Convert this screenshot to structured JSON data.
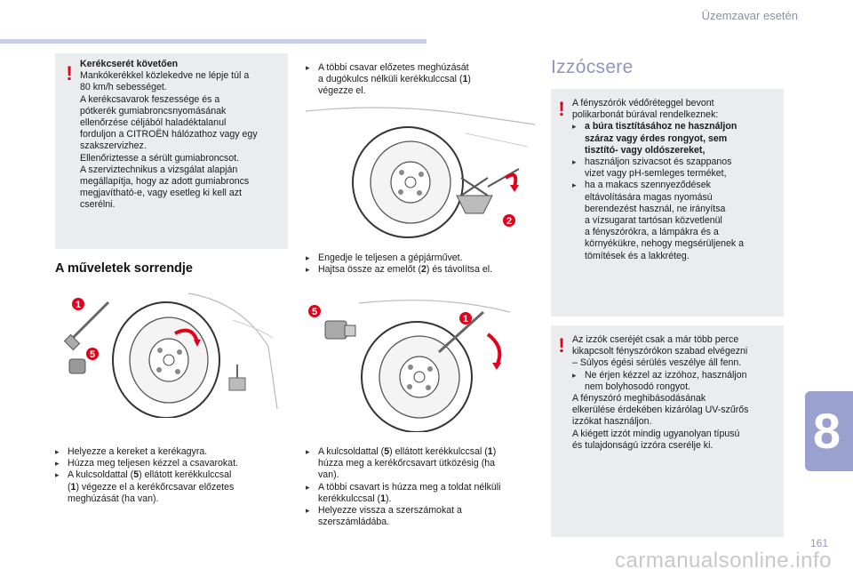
{
  "header": {
    "running_title": "Üzemzavar esetén"
  },
  "warning_box": {
    "title": "Kerékcserét követően",
    "lines": [
      "Mankókerékkel közlekedve ne lépje túl a",
      "80 km/h sebességet.",
      "A kerékcsavarok feszessége és a",
      "pótkerék gumiabroncsnyomásának",
      "ellenőrzése céljából haladéktalanul",
      "forduljon a CITROËN hálózathoz vagy egy",
      "szakszervizhez.",
      "Ellenőriztesse a sérült gumiabroncsot.",
      "A szerviztechnikus a vizsgálat alapján",
      "megállapítja, hogy az adott gumiabroncs",
      "megjavítható-e, vagy esetleg ki kell azt",
      "cserélni."
    ]
  },
  "procedure": {
    "title": "A műveletek sorrendje",
    "step1": [
      "Helyezze a kereket a kerékagyra.",
      "Húzza meg teljesen kézzel a csavarokat."
    ],
    "step1_b_parts": [
      "A kulcsoldattal (",
      "5",
      ") ellátott kerékkulccsal"
    ],
    "step1_b_parts2": [
      "(",
      "1",
      ") végezze el a kerékőrcsavar előzetes"
    ],
    "step1_b_line3": "meghúzását (ha van).",
    "step2_parts": [
      "A többi csavar előzetes meghúzását"
    ],
    "step2_parts2": [
      "a dugókulcs nélküli kerékkulccsal (",
      "1",
      ")"
    ],
    "step2_line3": "végezze el.",
    "step3": "Engedje le teljesen a gépjárművet.",
    "step4_parts": [
      "Hajtsa össze az emelőt (",
      "2",
      ") és távolítsa el."
    ],
    "step5_parts": [
      "A kulcsoldattal (",
      "5",
      ") ellátott kerékkulccsal (",
      "1",
      ")"
    ],
    "step5_line2": "húzza meg a kerékőrcsavart ütközésig (ha",
    "step5_line3": "van).",
    "step6_line1": "A többi csavart is húzza meg a toldat nélküli",
    "step6_parts": [
      "kerékkulccsal (",
      "1",
      ")."
    ],
    "step7_line1": "Helyezze vissza a szerszámokat a",
    "step7_line2": "szerszámládába."
  },
  "figure_badges": {
    "fig1_a": "1",
    "fig1_b": "5",
    "fig2_a": "2",
    "fig3_a": "5",
    "fig3_b": "1"
  },
  "bulbs": {
    "title": "Izzócsere",
    "box1": {
      "intro1": "A fényszórók védőréteggel bevont",
      "intro2": "polikarbonát búrával rendelkeznek:",
      "b1_1": "a búra tisztításához ne használjon",
      "b1_2": "száraz vagy érdes rongyot, sem",
      "b1_3": "tisztító- vagy oldószereket,",
      "b2_1": "használjon szivacsot és szappanos",
      "b2_2": "vizet vagy pH-semleges terméket,",
      "b3_1": "ha a makacs szennyeződések",
      "b3_2": "eltávolítására magas nyomású",
      "b3_3": "berendezést használ, ne irányítsa",
      "b3_4": "a vízsugarat tartósan közvetlenül",
      "b3_5": "a fényszórókra, a lámpákra és a",
      "b3_6": "környékükre, nehogy megsérüljenek a",
      "b3_7": "tömítések és a lakkréteg."
    },
    "box2": {
      "l1": "Az izzók cseréjét csak a már több perce",
      "l2": "kikapcsolt fényszórókon szabad elvégezni",
      "l3": "– Súlyos égési sérülés veszélye áll fenn.",
      "b1_1": "Ne érjen kézzel az izzóhoz, használjon",
      "b1_2": "nem bolyhosodó rongyot.",
      "l4": "A fényszóró meghibásodásának",
      "l5": "elkerülése érdekében kizárólag UV-szűrős",
      "l6": "izzókat használjon.",
      "l7": "A kiégett izzót mindig ugyanolyan típusú",
      "l8": "és tulajdonságú izzóra cserélje ki."
    }
  },
  "chapter": "8",
  "page_number": "161",
  "watermark": "carmanualsonline.info",
  "colors": {
    "accent": "#8f96c7",
    "warning": "#e2001a",
    "panel": "#ebecee"
  }
}
